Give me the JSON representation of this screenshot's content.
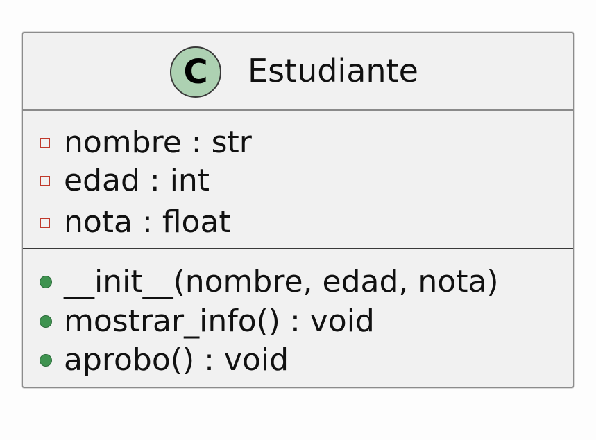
{
  "class": {
    "stereotype_letter": "C",
    "name": "Estudiante",
    "colors": {
      "stereotype_fill": "#add1b2",
      "box_fill": "#f1f1f1",
      "private_marker": "#c0392b",
      "public_marker": "#3f9350"
    },
    "attributes": [
      {
        "visibility": "private",
        "text": "nombre : str"
      },
      {
        "visibility": "private",
        "text": "edad : int"
      },
      {
        "visibility": "private",
        "text": "nota : float"
      }
    ],
    "methods": [
      {
        "visibility": "public",
        "text": "__init__(nombre, edad, nota)"
      },
      {
        "visibility": "public",
        "text": "mostrar_info() : void"
      },
      {
        "visibility": "public",
        "text": "aprobo() : void"
      }
    ]
  }
}
